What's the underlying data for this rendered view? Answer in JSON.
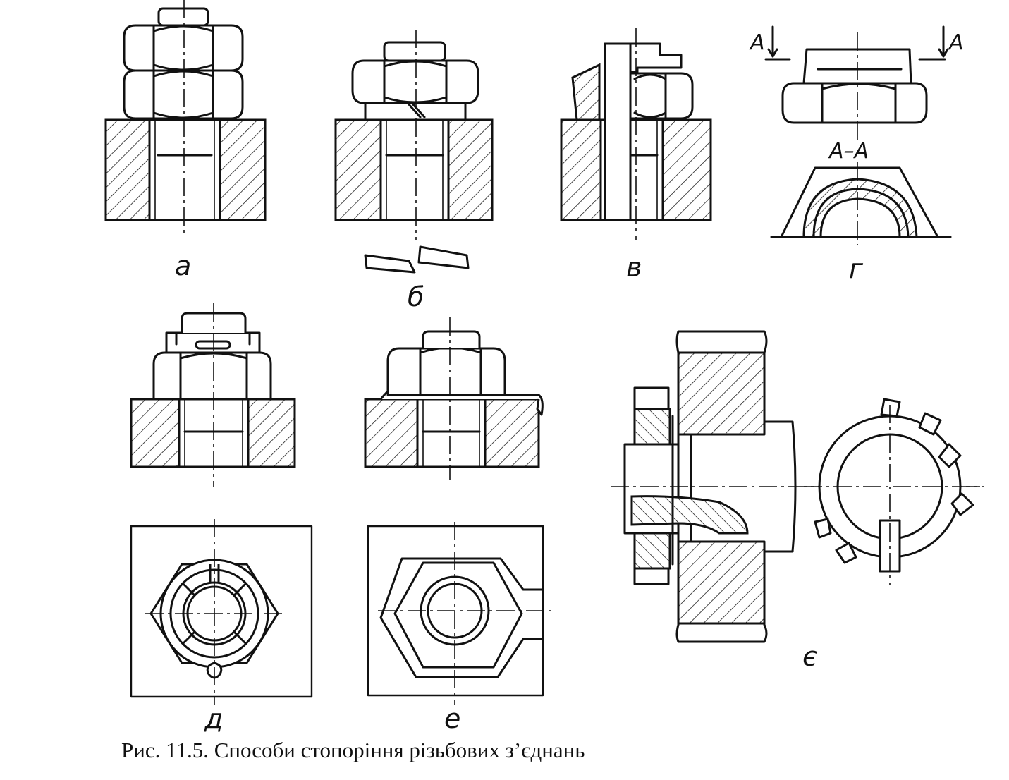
{
  "figure": {
    "caption": "Рис. 11.5. Способи стопоріння різьбових з’єднань",
    "labels": {
      "a": "а",
      "b": "б",
      "v": "в",
      "g": "г",
      "d": "д",
      "e": "е",
      "ye": "є"
    },
    "section_mark": "А",
    "section_title": "А–А"
  }
}
